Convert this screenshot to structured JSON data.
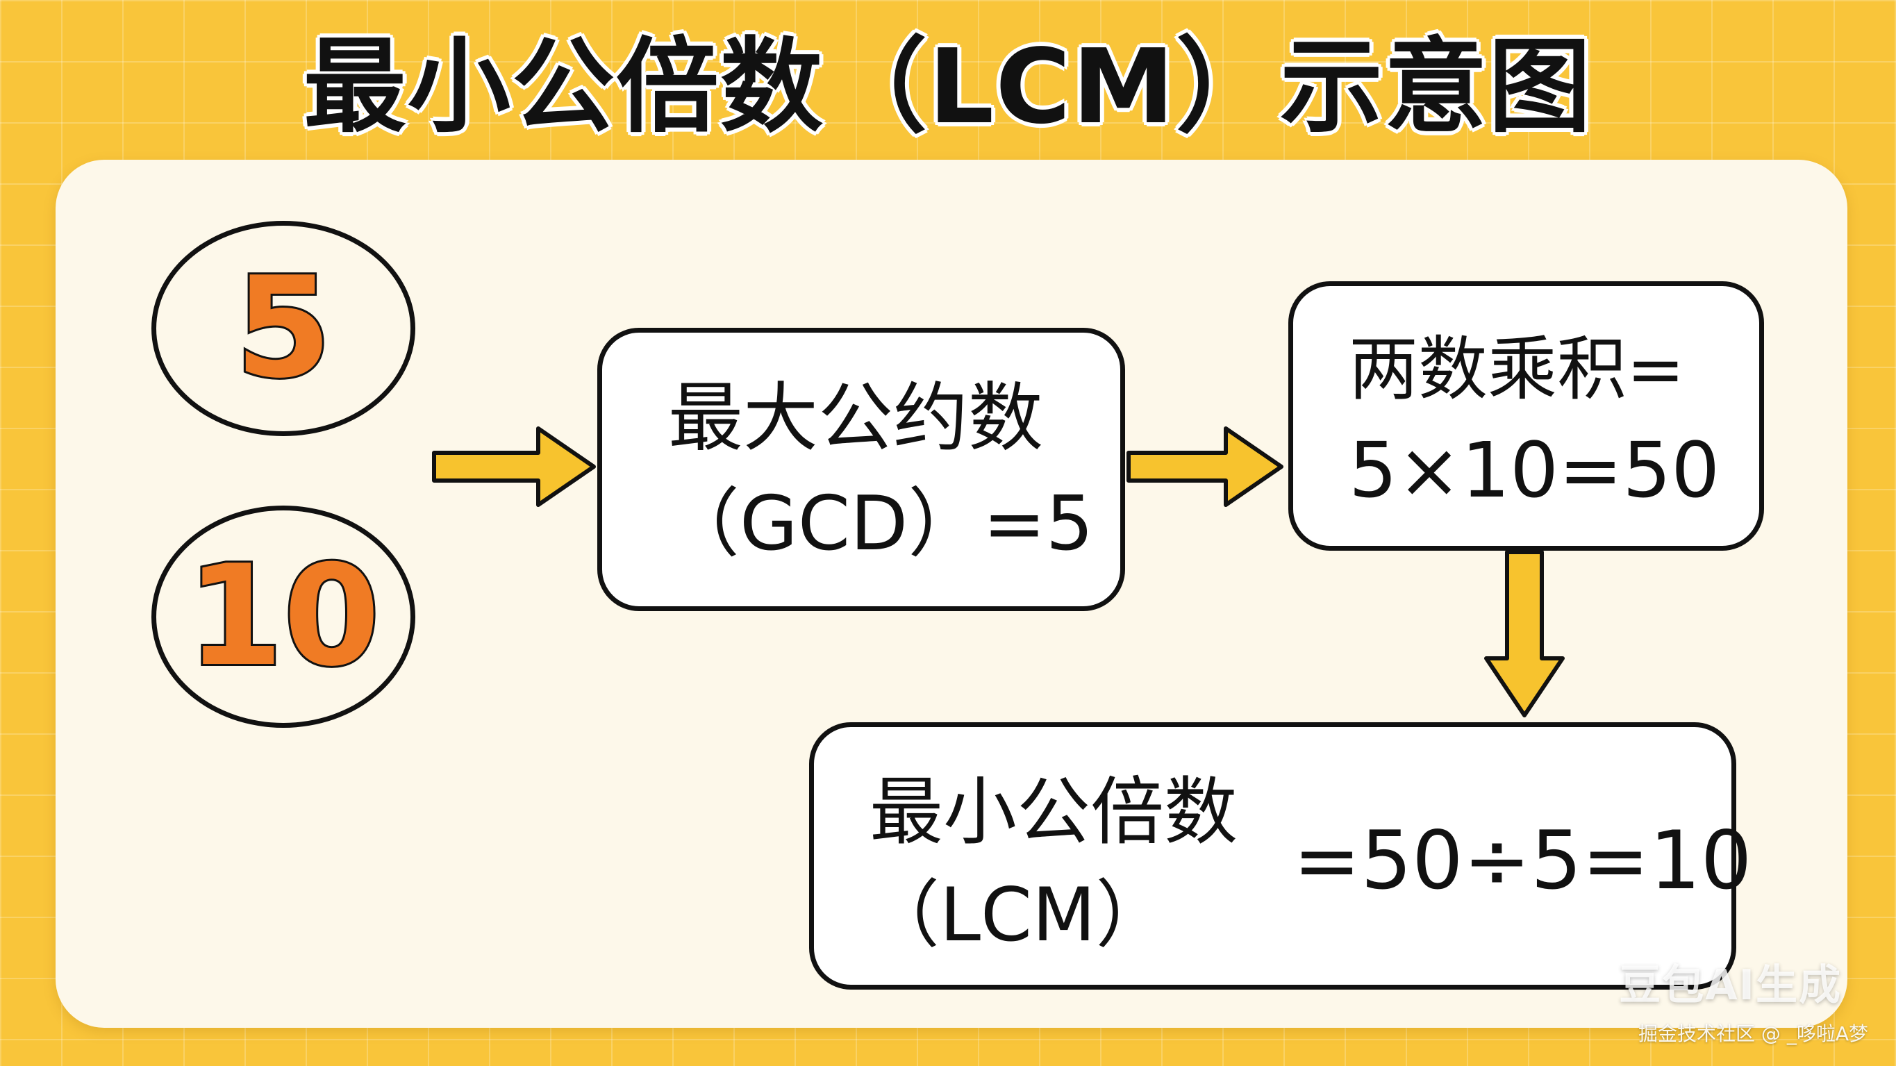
{
  "title": "最小公倍数（LCM）示意图",
  "inputs": {
    "first": "5",
    "second": "10"
  },
  "gcd_box": {
    "line1": "最大公约数",
    "line2": "（GCD）=5"
  },
  "product_box": {
    "line1": "两数乘积=",
    "line2": "5×10=50"
  },
  "lcm_box": {
    "label1": "最小公倍数",
    "label2": "（LCM）",
    "formula": "=50÷5=10"
  },
  "watermark": "豆包AI生成",
  "credit": "掘金技术社区 @ _哆啦A梦",
  "colors": {
    "background": "#f9c53a",
    "panel": "#fdf8ea",
    "number": "#f07b24",
    "arrow_fill": "#f7c32e",
    "outline": "#111111"
  }
}
